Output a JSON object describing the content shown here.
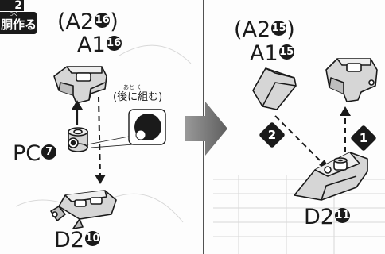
{
  "step_badge": {
    "number_fragment": "2",
    "ruby": "つく",
    "text": "胴作る"
  },
  "left_panel": {
    "part_a2": "(A2",
    "part_a2_num": "16",
    "part_a2_close": ")",
    "part_a1": "A1",
    "part_a1_num": "16",
    "note_ruby": "あと  く",
    "note": "(後に組む)",
    "pc_label": "PC",
    "pc_num": "7",
    "d2_label": "D2",
    "d2_num": "10"
  },
  "right_panel": {
    "part_a2": "(A2",
    "part_a2_num": "15",
    "part_a2_close": ")",
    "part_a1": "A1",
    "part_a1_num": "15",
    "step_1": "1",
    "step_2": "2",
    "d2_label": "D2",
    "d2_num": "11"
  },
  "colors": {
    "ink": "#1a1a1a",
    "part_fill": "#d6d6d6",
    "part_light": "#eeeeee",
    "arrow_fill": "#707070",
    "background": "#fdfdfd"
  }
}
